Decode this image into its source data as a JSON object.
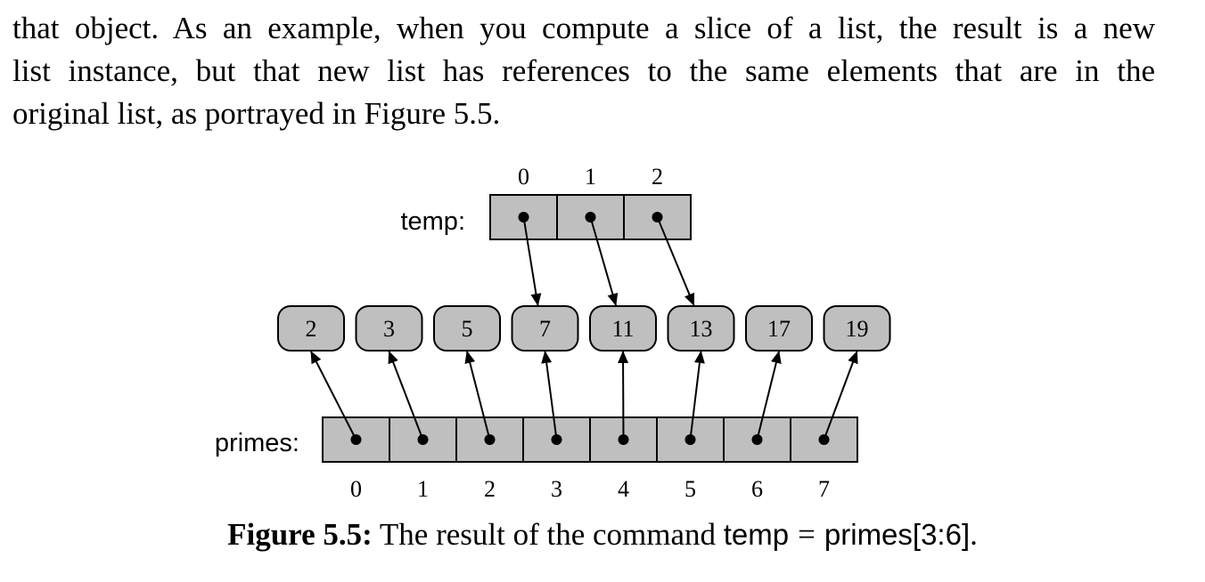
{
  "paragraph": {
    "lines": [
      "that object.  As an example, when you compute a slice of a list, the result is a new",
      "list instance, but that new list has references to the same elements that are in the",
      "original list, as portrayed in Figure 5.5."
    ]
  },
  "figure": {
    "temp_label": "temp:",
    "primes_label": "primes:",
    "temp_indices": [
      "0",
      "1",
      "2"
    ],
    "primes_indices": [
      "0",
      "1",
      "2",
      "3",
      "4",
      "5",
      "6",
      "7"
    ],
    "values": [
      "2",
      "3",
      "5",
      "7",
      "11",
      "13",
      "17",
      "19"
    ],
    "temp_refs": [
      3,
      4,
      5
    ],
    "colors": {
      "cell_fill": "#bfbfbf",
      "stroke": "#000000"
    }
  },
  "caption": {
    "label": "Figure 5.5:",
    "text": "The result of the command",
    "code_left": "temp",
    "equals": "=",
    "code_right": "primes[3:6]",
    "period": "."
  }
}
